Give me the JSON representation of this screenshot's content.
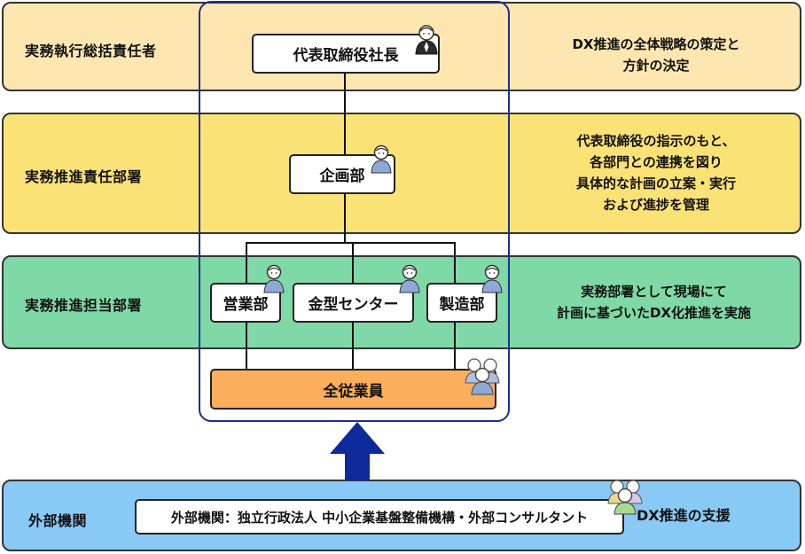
{
  "bands": {
    "executive": {
      "label": "実務執行総括責任者",
      "desc": [
        "DX推進の全体戦略の策定と",
        "方針の決定"
      ],
      "color": "#fde6b0"
    },
    "promotion": {
      "label": "実務推進責任部署",
      "desc": [
        "代表取締役の指示のもと、",
        "各部門との連携を図り",
        "具体的な計画の立案・実行",
        "および進捗を管理"
      ],
      "color": "#fbe277"
    },
    "charge": {
      "label": "実務推進担当部署",
      "desc": [
        "実務部署として現場にて",
        "計画に基づいたDX化推進を実施"
      ],
      "color": "#7fd9a6"
    },
    "external": {
      "label": "外部機関",
      "desc": [
        "DX推進の支援"
      ],
      "color": "#89c9f5"
    }
  },
  "org": {
    "ceo": "代表取締役社長",
    "planning": "企画部",
    "sales": "営業部",
    "mold": "金型センター",
    "manufacturing": "製造部",
    "all_staff": "全従業員",
    "external_box": "外部機関：独立行政法人 中小企業基盤整備機構・外部コンサルタント"
  },
  "icons": [
    "person-tie-icon",
    "person-icon",
    "group-icon"
  ]
}
